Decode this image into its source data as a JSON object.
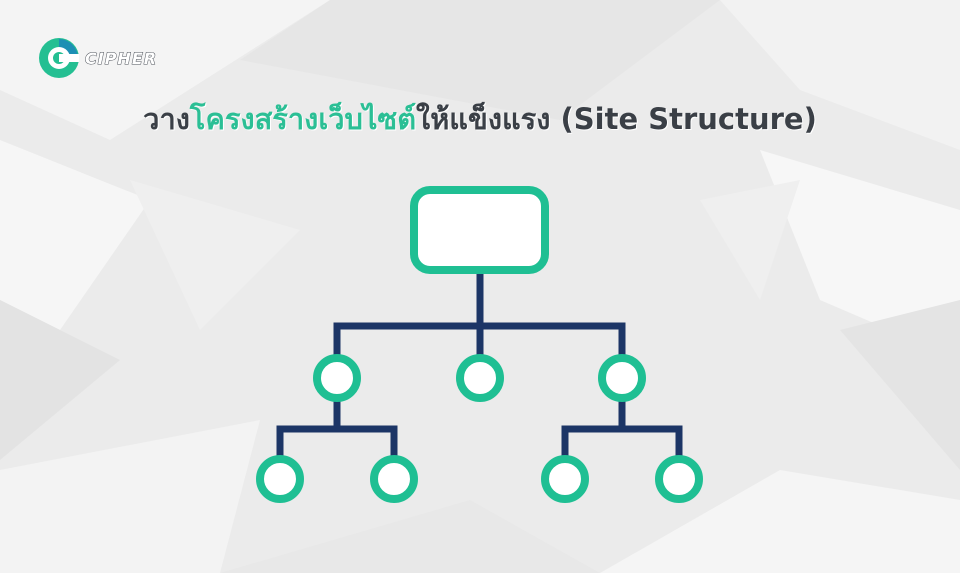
{
  "brand": {
    "name": "CIPHER",
    "logo_icon": "cipher-logo-icon",
    "accent_color": "#2bbf95"
  },
  "title": {
    "part1": "วาง",
    "highlight": "โครงสร้างเว็บไซต์",
    "part2": "ให้แข็งแรง (Site Structure)"
  },
  "diagram": {
    "type": "hierarchy-tree",
    "node_color": "#1fbf93",
    "connector_color": "#1c3566",
    "root": {
      "shape": "rounded-rectangle",
      "children": [
        {
          "shape": "circle",
          "children": [
            {
              "shape": "circle"
            },
            {
              "shape": "circle"
            }
          ]
        },
        {
          "shape": "circle"
        },
        {
          "shape": "circle",
          "children": [
            {
              "shape": "circle"
            },
            {
              "shape": "circle"
            }
          ]
        }
      ]
    }
  }
}
